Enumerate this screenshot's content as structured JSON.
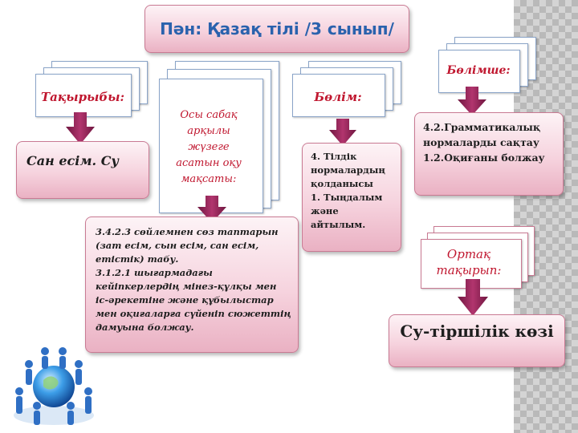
{
  "title": "Пән: Қазақ тілі /3 сынып/",
  "topic_label": "Тақырыбы:",
  "topic_value": "Сан есім. Су",
  "goal_label": "Осы сабақ арқылы жүзеге асатын оқу мақсаты:",
  "goals_text": [
    "3.4.2.3 сөйлемнен сөз таптарын (зат есім, сын есім, сан есім, етістік) табу.",
    "3.1.2.1 шығармадағы кейіпкерлердің мінез-құлқы мен іс-әрекетіне және құбылыстар мен оқиғаларға сүйеніп сюжеттің дамуына болжау."
  ],
  "section_label": "Бөлім:",
  "section_text": [
    "4. Тілдік нормалардың қолданысы",
    "1. Тыңдалым және айтылым."
  ],
  "subsection_label": "Бөлімше:",
  "subsection_text": [
    "4.2.Грамматикалық нормаларды сақтау",
    "1.2.Оқиғаны болжау"
  ],
  "common_topic_label": "Ортақ тақырып:",
  "common_topic_value": "Су-тіршілік көзі",
  "colors": {
    "title": "#2a62ad",
    "label": "#c0172f",
    "arrow": "#8e1f56",
    "box": "#f6d3de"
  },
  "icons": [
    "globe-people-icon",
    "down-arrow-icon"
  ]
}
